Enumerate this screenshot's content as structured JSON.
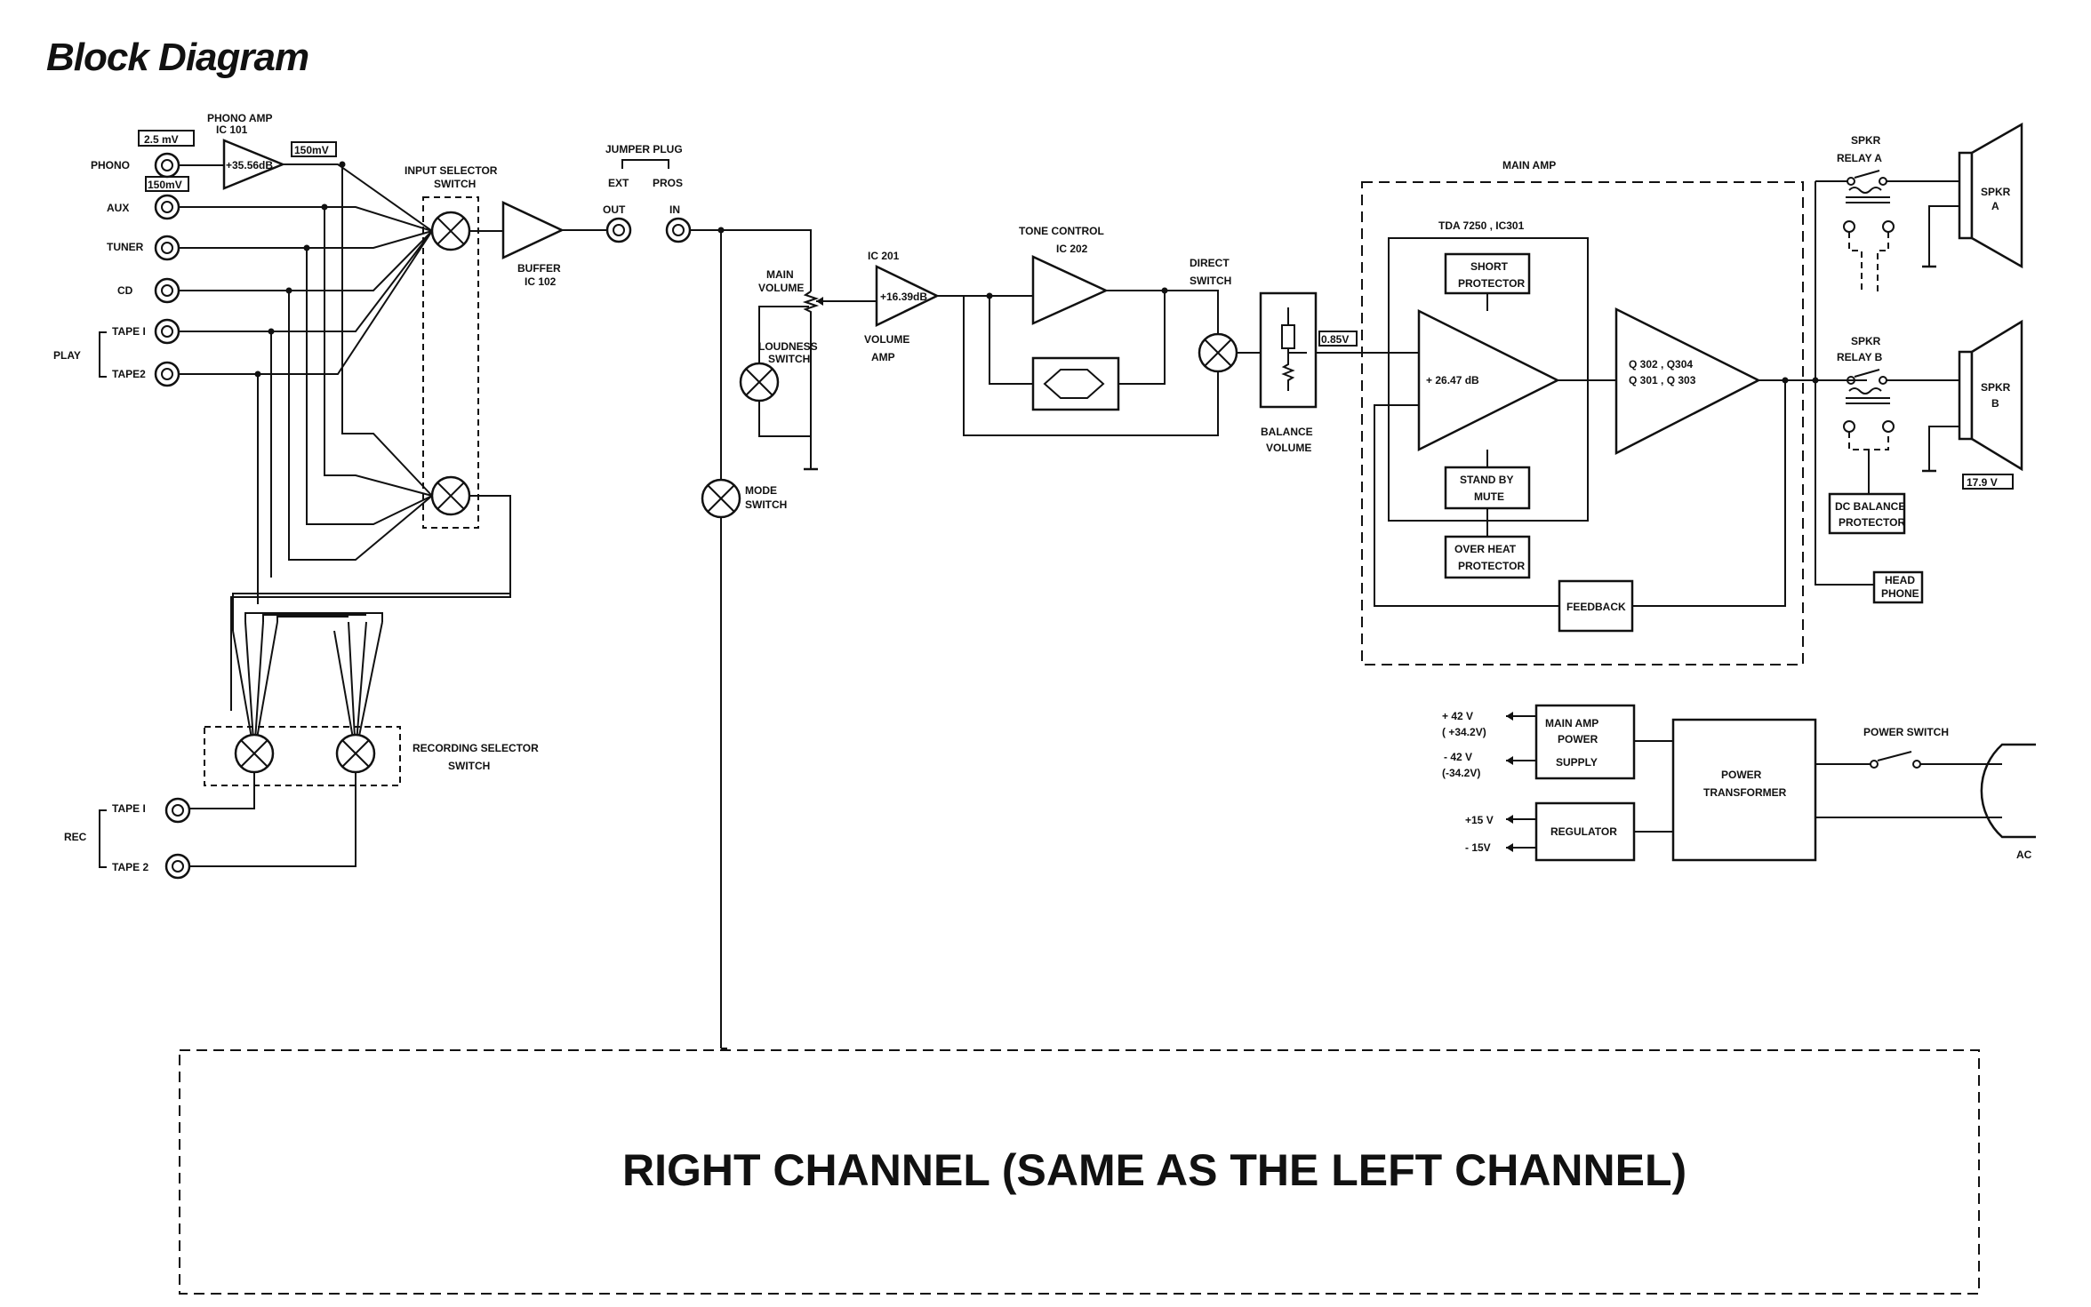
{
  "title": "Block Diagram",
  "inputs": {
    "phono": "PHONO",
    "aux": "AUX",
    "tuner": "TUNER",
    "cd": "CD",
    "tape1": "TAPE I",
    "tape2": "TAPE2",
    "play": "PLAY"
  },
  "levels": {
    "phono_in": "2.5 mV",
    "aux_in": "150mV",
    "phono_out": "150mV",
    "balance_out": "0.85V",
    "spkr_out": "17.9 V"
  },
  "phono_amp": {
    "label1": "PHONO AMP",
    "label2": "IC 101",
    "gain": "+35.56dB"
  },
  "input_selector": {
    "label1": "INPUT SELECTOR",
    "label2": "SWITCH"
  },
  "buffer": {
    "label1": "BUFFER",
    "label2": "IC 102"
  },
  "jumper": {
    "label": "JUMPER PLUG",
    "ext": "EXT",
    "pros": "PROS",
    "out": "OUT",
    "in": "IN"
  },
  "main_volume": {
    "label1": "MAIN",
    "label2": "VOLUME"
  },
  "loudness": {
    "label1": "LOUDNESS",
    "label2": "SWITCH"
  },
  "mode_switch": {
    "label1": "MODE",
    "label2": "SWITCH"
  },
  "volume_amp": {
    "ic": "IC 201",
    "gain": "+16.39dB",
    "label1": "VOLUME",
    "label2": "AMP"
  },
  "tone_control": {
    "label1": "TONE  CONTROL",
    "label2": "IC 202"
  },
  "direct_switch": {
    "label1": "DIRECT",
    "label2": "SWITCH"
  },
  "balance": {
    "label1": "BALANCE",
    "label2": "VOLUME"
  },
  "main_amp": {
    "label": "MAIN  AMP",
    "ic": "TDA 7250  ,   IC301",
    "gain": "+ 26.47 dB",
    "transistors1": "Q 302 , Q304",
    "transistors2": "Q 301 , Q 303",
    "short1": "SHORT",
    "short2": "PROTECTOR",
    "standby1": "STAND  BY",
    "standby2": "MUTE",
    "overheat1": "OVER  HEAT",
    "overheat2": "PROTECTOR",
    "feedback": "FEEDBACK"
  },
  "relays": {
    "a1": "SPKR",
    "a2": "RELAY  A",
    "b1": "SPKR",
    "b2": "RELAY  B",
    "spkr_a1": "SPKR",
    "spkr_a2": "A",
    "spkr_b1": "SPKR",
    "spkr_b2": "B",
    "dc1": "DC BALANCE",
    "dc2": "PROTECTOR",
    "head1": "HEAD",
    "head2": "PHONE"
  },
  "recording": {
    "label1": "RECORDING  SELECTOR",
    "label2": "SWITCH",
    "rec": "REC",
    "tape1": "TAPE I",
    "tape2": "TAPE 2"
  },
  "power": {
    "p42": "+ 42  V",
    "p42b": "( +34.2V)",
    "m42": "- 42  V",
    "m42b": "(-34.2V)",
    "p15": "+15  V",
    "m15": "- 15V",
    "supply1": "MAIN  AMP",
    "supply2": "POWER",
    "supply3": "SUPPLY",
    "regulator": "REGULATOR",
    "transformer1": "POWER",
    "transformer2": "TRANSFORMER",
    "switch": "POWER  SWITCH",
    "ac": "AC"
  },
  "right_channel": "RIGHT CHANNEL (SAME AS THE LEFT CHANNEL)"
}
